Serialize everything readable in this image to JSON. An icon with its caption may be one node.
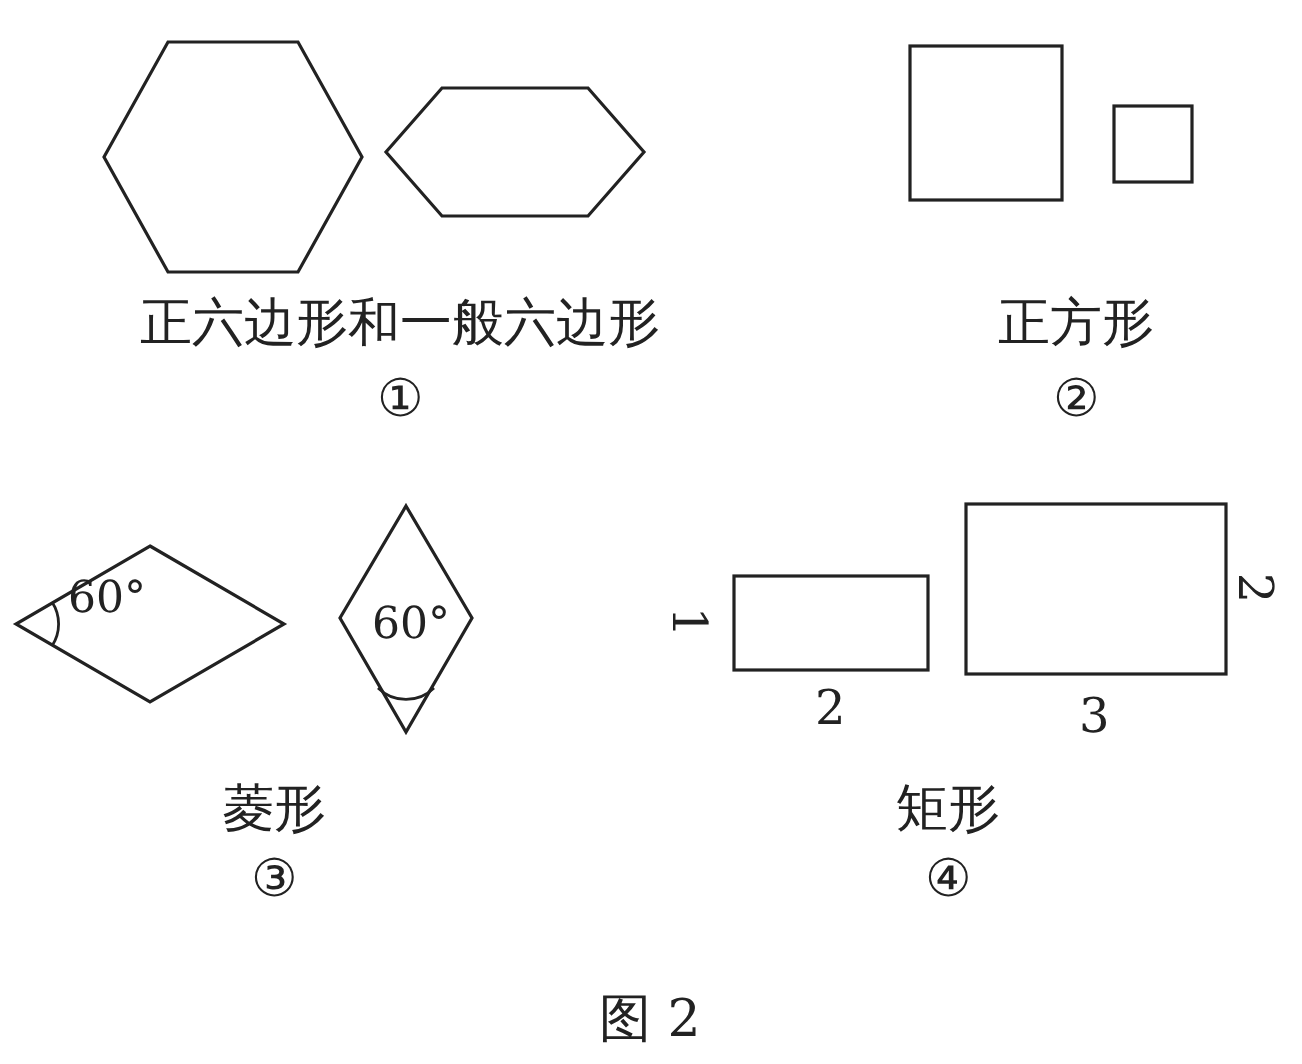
{
  "diagram": {
    "caption": "图 2",
    "nodes": [
      {
        "text": [],
        "shape": "hexagon"
      },
      {
        "text": [],
        "shape": "hexagon"
      },
      {
        "text": [],
        "shape": "box"
      },
      {
        "text": [],
        "shape": "box"
      },
      {
        "text": [
          "60°"
        ]
      },
      {
        "text": [
          "60°"
        ]
      },
      {
        "text": [],
        "shape": "box",
        "beside": [
          "1",
          "2"
        ]
      },
      {
        "text": [],
        "shape": "box",
        "beside": [
          "2",
          "3"
        ]
      }
    ],
    "edges": [],
    "labels": [
      "正六边形和一般六边形",
      "正方形",
      "①",
      "②",
      "菱形",
      "矩形",
      "③",
      "④"
    ]
  }
}
